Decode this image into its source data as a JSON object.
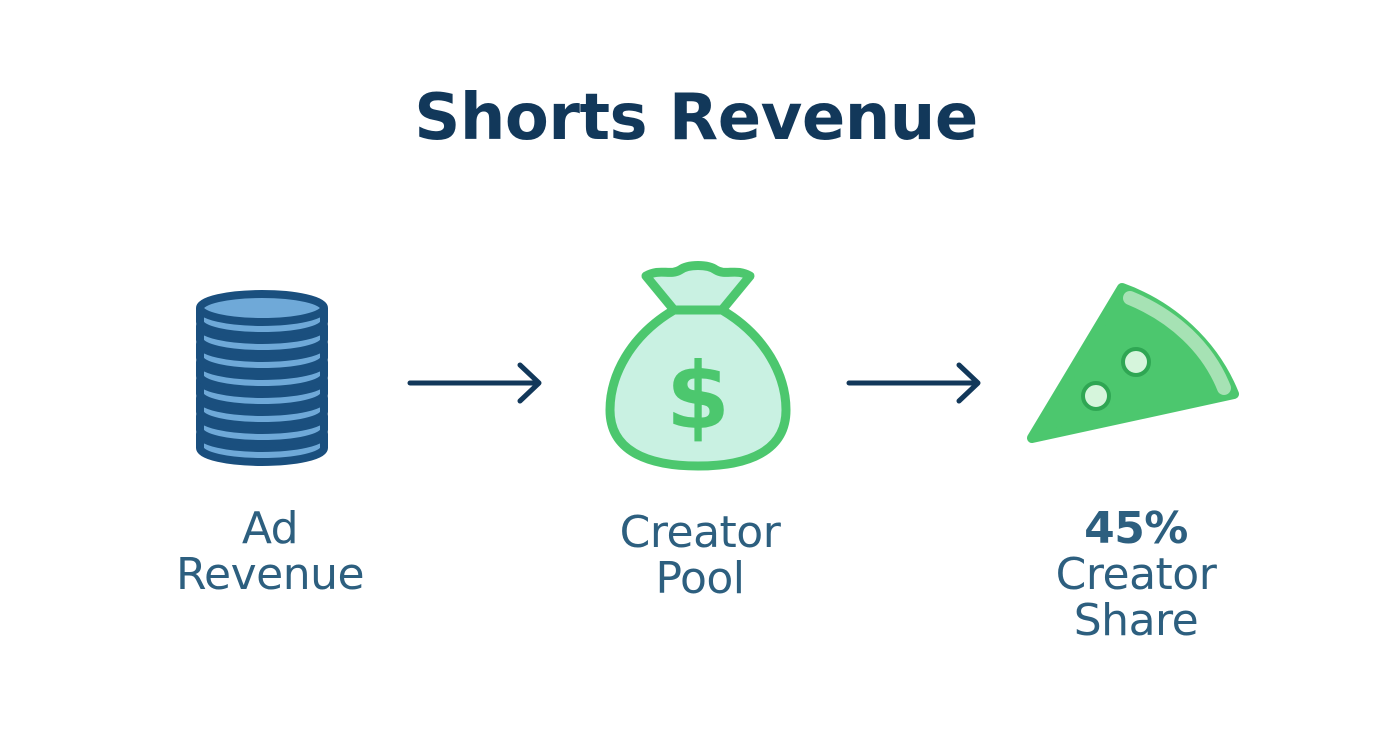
{
  "title": "Shorts Revenue",
  "colors": {
    "title": "#12385a",
    "label": "#2d5f7f",
    "arrow": "#12385a",
    "stack_fill": "#6fa9d8",
    "stack_stroke": "#1a4f7e",
    "bag_fill": "#c9f1e2",
    "bag_stroke": "#4cc76e",
    "slice_fill": "#4cc76e",
    "slice_crust": "#a6e2b4"
  },
  "steps": [
    {
      "icon": "coin-stack-icon",
      "line1": "Ad",
      "line2": "Revenue"
    },
    {
      "icon": "money-bag-icon",
      "symbol": "$",
      "line1": "Creator",
      "line2": "Pool"
    },
    {
      "icon": "pie-slice-icon",
      "line1": "45%",
      "line2": "Creator",
      "line3": "Share"
    }
  ]
}
